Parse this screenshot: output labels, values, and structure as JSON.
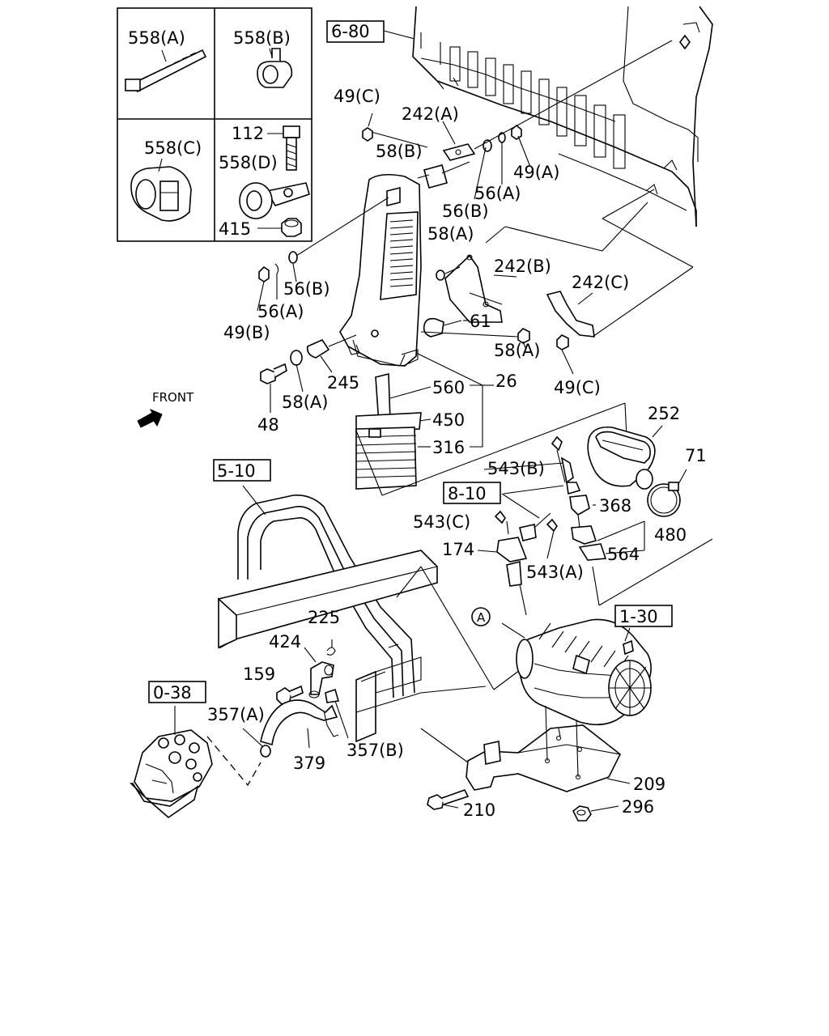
{
  "labels": {
    "l558a": "558(A)",
    "l558b": "558(B)",
    "l558c": "558(C)",
    "l112": "112",
    "l558d": "558(D)",
    "l415": "415",
    "l680": "6-80",
    "l49c_top": "49(C)",
    "l242a": "242(A)",
    "l58b": "58(B)",
    "l49a": "49(A)",
    "l56a_top": "56(A)",
    "l56b_top": "56(B)",
    "l58a_top": "58(A)",
    "l242b": "242(B)",
    "l242c": "242(C)",
    "l49b": "49(B)",
    "l56a_left": "56(A)",
    "l56b_left": "56(B)",
    "l61": "61",
    "l58a_mid": "58(A)",
    "l245": "245",
    "l58a_low": "58(A)",
    "l48": "48",
    "l560": "560",
    "l26": "26",
    "l450": "450",
    "l316": "316",
    "l49c_low": "49(C)",
    "lfront": "FRONT",
    "l252": "252",
    "l71": "71",
    "l543b": "543(B)",
    "l810": "8-10",
    "l368": "368",
    "l543c": "543(C)",
    "l480": "480",
    "l174": "174",
    "l564": "564",
    "l543a": "543(A)",
    "l510": "5-10",
    "l130": "1-30",
    "lA": "A",
    "l225": "225",
    "l424": "424",
    "l159": "159",
    "l038": "0-38",
    "l357a": "357(A)",
    "l379": "379",
    "l357b": "357(B)",
    "l209": "209",
    "l210": "210",
    "l296": "296"
  }
}
